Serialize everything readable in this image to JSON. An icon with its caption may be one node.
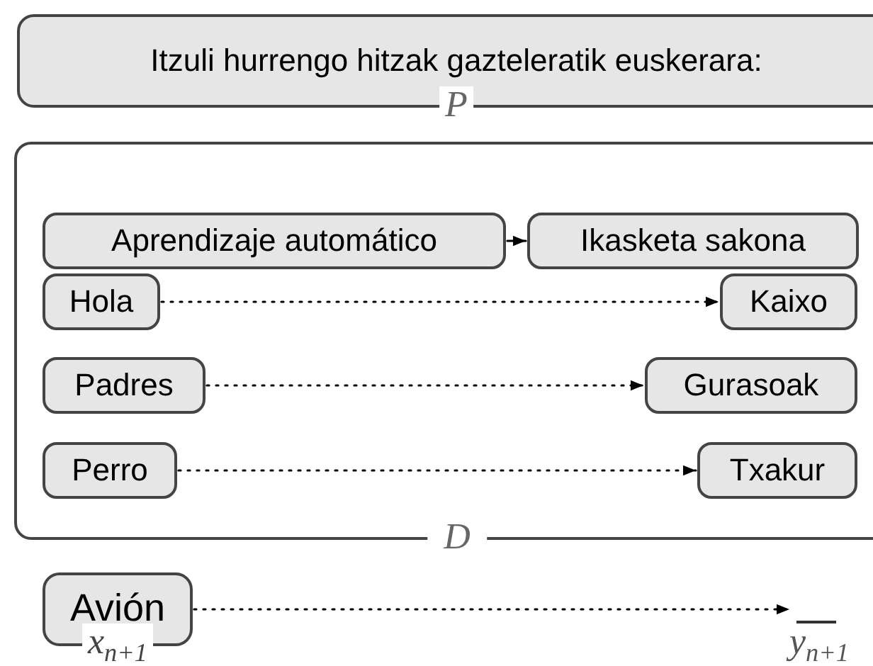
{
  "diagram": {
    "nodes": [
      {
        "text": [
          "Itzuli hurrengo hitzak gazteleratik euskerara:",
          "P"
        ]
      },
      {
        "text": [
          "D"
        ]
      },
      {
        "text": [
          "Aprendizaje automático"
        ],
        "in": 1
      },
      {
        "text": [
          "Ikasketa sakona"
        ],
        "in": 1
      },
      {
        "text": [
          "Hola"
        ],
        "in": 1
      },
      {
        "text": [
          "Kaixo"
        ],
        "in": 1
      },
      {
        "text": [
          "Padres"
        ],
        "in": 1
      },
      {
        "text": [
          "Gurasoak"
        ],
        "in": 1
      },
      {
        "text": [
          "Perro"
        ],
        "in": 1
      },
      {
        "text": [
          "Txakur"
        ],
        "in": 1
      },
      {
        "text": [
          "Avión",
          "x$_{n+1}$"
        ]
      },
      {
        "text": [
          "y$_{n+1}$"
        ]
      }
    ],
    "edges": [
      {
        "from": 2,
        "to": 3,
        "arrow": "to"
      },
      {
        "from": 4,
        "to": 5,
        "arrow": "to",
        "style": "dashed"
      },
      {
        "from": 6,
        "to": 7,
        "arrow": "to",
        "style": "dashed"
      },
      {
        "from": 8,
        "to": 9,
        "arrow": "to",
        "style": "dashed"
      },
      {
        "from": 10,
        "to": 11,
        "arrow": "to",
        "style": "dashed"
      }
    ]
  }
}
